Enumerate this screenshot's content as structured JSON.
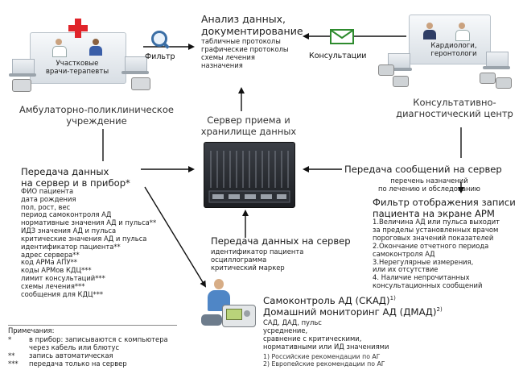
{
  "nodes": {
    "polyclinic": {
      "room_label": [
        "Участковые",
        "врачи-терапевты"
      ],
      "caption": [
        "Амбулаторно-поликлиническое",
        "учреждение"
      ]
    },
    "consult_center": {
      "room_label": [
        "Кардиологи,",
        "геронтологи"
      ],
      "caption": [
        "Консультативно-",
        "диагностический центр"
      ]
    },
    "server": {
      "caption": [
        "Сервер приема и",
        "хранилище данных"
      ]
    },
    "analysis": {
      "title": [
        "Анализ данных,",
        "документирование"
      ],
      "items": [
        "табличные  протоколы",
        "графические протоколы",
        "схемы лечения",
        "назначения"
      ]
    },
    "patient": {
      "title1": "Самоконтроль АД (СКАД)",
      "title1_sup": "1)",
      "title2": "Домашний мониторинг  АД (ДМАД)",
      "title2_sup": "2)",
      "items": [
        "САД, ДАД, пульс",
        "усреднение,",
        "сравнение с критическими,",
        "нормативными или ИД значениями"
      ],
      "refs": [
        "1) Российские рекомендации  по АГ",
        "2) Европейские рекомендации по  АГ"
      ]
    }
  },
  "edge_labels": {
    "filter": "Фильтр",
    "consultations": "Консультации"
  },
  "blocks": {
    "transfer_to_server_device": {
      "title": [
        "Передача данных",
        "на сервер и в прибор*"
      ],
      "items": [
        "ФИО пациента",
        "дата рождения",
        "пол, рост, вес",
        "период самоконтроля АД",
        "нормативные значения АД и пульса**",
        "ИДЗ значения АД и пульса",
        "критические  значения АД и пульса",
        "идентификатор пациента**",
        "адрес сервера**",
        "код АРМа АПУ**",
        "коды АРМов КДЦ***",
        "лимит консультаций***",
        "схемы лечения***",
        "сообщения для КДЦ***"
      ]
    },
    "transfer_messages": {
      "title": "Передача сообщений на сервер",
      "items": [
        "перечень назначений",
        "по лечению и обследованию"
      ]
    },
    "display_filter": {
      "title": [
        "Фильтр отображения записи",
        "пациента на экране АРМ"
      ],
      "items": [
        "1.Величина АД или пульса выходит",
        "за пределы установленных врачом",
        "пороговых значений показателей",
        "2.Окончание отчетного периода",
        "самоконтроля АД",
        "3.Нерегулярные измерения,",
        "или их отсутствие",
        "4. Наличие непрочитанных",
        "консультационных сообщений"
      ]
    },
    "transfer_to_server": {
      "title": "Передача данных  на сервер",
      "items": [
        "идентификатор пациента",
        "осциллограмма",
        "критический маркер"
      ]
    }
  },
  "notes": {
    "title": "Примечания:",
    "rows": [
      {
        "mark": "*",
        "text": "в прибор: записываются с компьютера"
      },
      {
        "mark": "",
        "text": "через кабель или блютус"
      },
      {
        "mark": "**",
        "text": "запись автоматическая"
      },
      {
        "mark": "***",
        "text": "передача только на сервер"
      }
    ]
  },
  "colors": {
    "arrow": "#111111",
    "cross": "#e0242a",
    "envelope": "#2e8b2e",
    "server": "#2a2d33"
  }
}
